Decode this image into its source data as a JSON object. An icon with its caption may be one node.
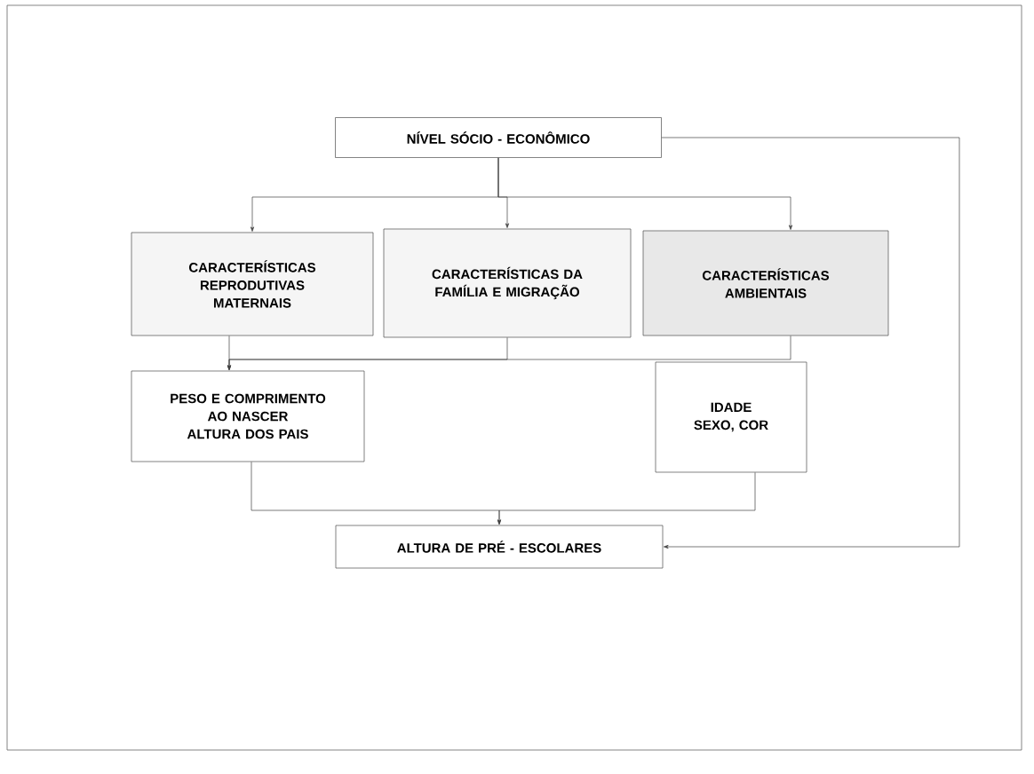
{
  "diagram": {
    "nodes": [
      {
        "text": [
          "NÍVEL SÓCIO - ECONÔMICO"
        ]
      },
      {
        "text": [
          "CARACTERÍSTICAS REPRODUTIVAS MATERNAIS"
        ]
      },
      {
        "text": [
          "CARACTERÍSTICAS DA FAMÍLIA E MIGRAÇÃO"
        ]
      },
      {
        "text": [
          "CARACTERÍSTICAS AMBIENTAIS"
        ]
      },
      {
        "text": [
          "PESO E COMPRIMENTO AO NASCER",
          "ALTURA DOS PAIS"
        ]
      },
      {
        "text": [
          "IDADE",
          "SEXO, COR"
        ]
      },
      {
        "text": [
          "ALTURA DE PRÉ - ESCOLARES"
        ]
      }
    ],
    "edges": [
      {
        "from": 0,
        "to": 1,
        "arrow": "to"
      },
      {
        "from": 0,
        "to": 2,
        "arrow": "to"
      },
      {
        "from": 0,
        "to": 3,
        "arrow": "to"
      },
      {
        "from": 1,
        "to": 4,
        "arrow": "to"
      },
      {
        "from": 2,
        "to": 4,
        "arrow": "to"
      },
      {
        "from": 3,
        "to": 4,
        "arrow": "to"
      },
      {
        "from": 4,
        "to": 6,
        "arrow": "to"
      },
      {
        "from": 5,
        "to": 6,
        "arrow": "to"
      },
      {
        "from": 0,
        "to": 6,
        "arrow": "to"
      }
    ]
  }
}
